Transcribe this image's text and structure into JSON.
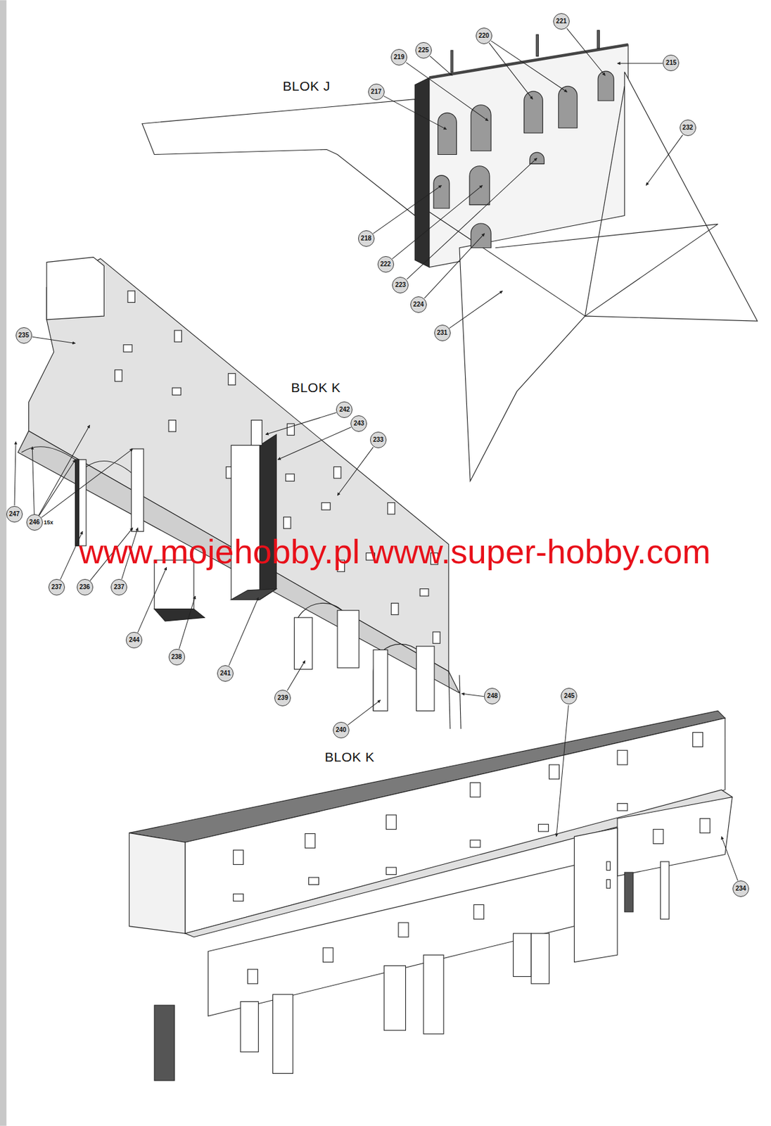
{
  "diagram": {
    "labels": [
      "BLOK J",
      "221",
      "220",
      "225",
      "219",
      "215",
      "217",
      "232",
      "218",
      "222",
      "223",
      "224",
      "231",
      "235",
      "BLOK K",
      "242",
      "243",
      "233",
      "247",
      "246",
      "15x",
      "www.mojehobby.pl www.super-hobby.com",
      "237",
      "236",
      "237",
      "244",
      "238",
      "241",
      "239",
      "245",
      "248",
      "240",
      "BLOK K",
      "234"
    ]
  }
}
